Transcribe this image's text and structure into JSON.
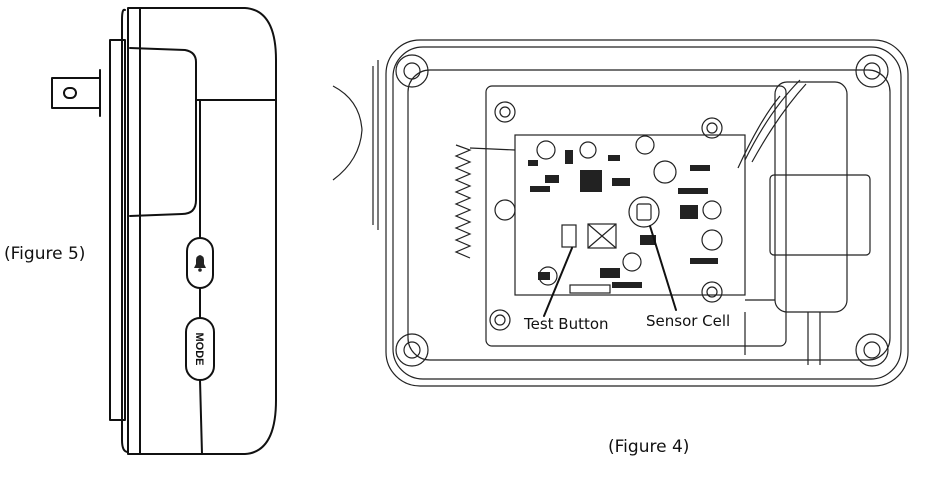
{
  "figure5": {
    "caption": "(Figure 5)",
    "button_top_icon": "bell-icon",
    "button_bottom_label": "MODE"
  },
  "figure4": {
    "caption": "(Figure 4)",
    "callout_test_button": "Test Button",
    "callout_sensor_cell": "Sensor Cell"
  }
}
